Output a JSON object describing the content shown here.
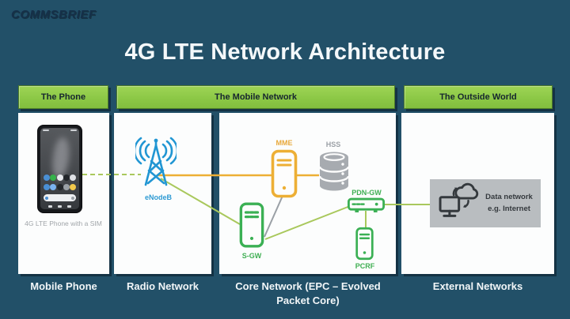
{
  "logo": "COMMSBRIEF",
  "title": "4G LTE Network Architecture",
  "headers": {
    "phone": "The Phone",
    "mobile": "The Mobile Network",
    "outside": "The Outside World"
  },
  "footers": {
    "phone": "Mobile Phone",
    "radio": "Radio Network",
    "core": "Core Network (EPC – Evolved Packet Core)",
    "external": "External Networks"
  },
  "nodes": {
    "phone_caption": "4G LTE Phone with a SIM",
    "enodeb": "eNodeB",
    "mme": "MME",
    "hss": "HSS",
    "sgw": "S-GW",
    "pdngw": "PDN-GW",
    "pcrf": "PCRF",
    "data_network": "Data network e.g. Internet"
  },
  "colors": {
    "background": "#225068",
    "panel": "#FCFDFD",
    "bar_green": "#8FCA4B",
    "bar_text": "#16262E",
    "title_text": "#F4F8FA",
    "logo_text": "#153049",
    "orange": "#EDAF35",
    "green": "#3BB054",
    "olive_line": "#A9C85C",
    "gray_node": "#A7ABB0",
    "gray_line": "#9AA0A6",
    "blue": "#2196D3",
    "databox_bg": "#B9BDC0",
    "databox_text": "#34393D",
    "caption_gray": "#A0A5A9"
  }
}
